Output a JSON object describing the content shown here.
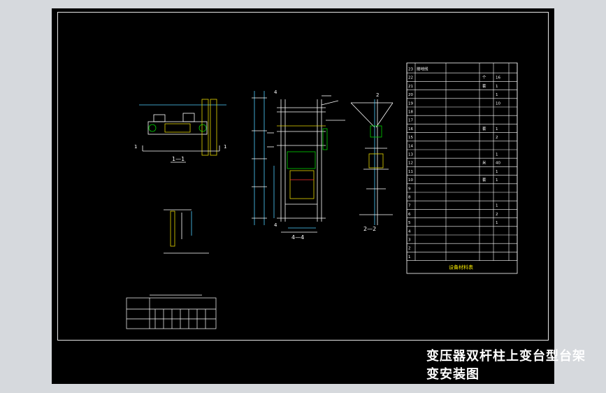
{
  "colors": {
    "background": "#000000",
    "window_frame": "#d6d9dd",
    "linework": "#ffffff",
    "dimension_lines": "#4fd0ff",
    "equipment_green": "#00d000",
    "equipment_yellow": "#e8d800",
    "highlight_red": "#ff3030",
    "text_yellow": "#f2e500"
  },
  "drawing": {
    "title_line_1": "变压器双杆柱上变台型台架",
    "title_line_2": "变安装图",
    "section_label_1": "1—1",
    "section_label_2": "2—2",
    "section_label_3": "4—4",
    "section_mark_1": "1",
    "section_mark_2": "2",
    "section_mark_4": "4"
  },
  "material_table": {
    "footer_label": "设备材料表",
    "rows": [
      {
        "no": "23",
        "name": "接地线",
        "spec": "",
        "unit": "",
        "qty": ""
      },
      {
        "no": "22",
        "name": "",
        "spec": "",
        "unit": "个",
        "qty": "16"
      },
      {
        "no": "21",
        "name": "",
        "spec": "",
        "unit": "套",
        "qty": "1"
      },
      {
        "no": "20",
        "name": "",
        "spec": "",
        "unit": "",
        "qty": "1"
      },
      {
        "no": "19",
        "name": "",
        "spec": "",
        "unit": "",
        "qty": "10"
      },
      {
        "no": "18",
        "name": "",
        "spec": "",
        "unit": "",
        "qty": ""
      },
      {
        "no": "17",
        "name": "",
        "spec": "",
        "unit": "",
        "qty": ""
      },
      {
        "no": "16",
        "name": "",
        "spec": "",
        "unit": "套",
        "qty": "1"
      },
      {
        "no": "15",
        "name": "",
        "spec": "",
        "unit": "",
        "qty": "2"
      },
      {
        "no": "14",
        "name": "",
        "spec": "",
        "unit": "",
        "qty": ""
      },
      {
        "no": "13",
        "name": "",
        "spec": "",
        "unit": "",
        "qty": "1"
      },
      {
        "no": "12",
        "name": "",
        "spec": "",
        "unit": "米",
        "qty": "40"
      },
      {
        "no": "11",
        "name": "",
        "spec": "",
        "unit": "",
        "qty": "1"
      },
      {
        "no": "10",
        "name": "",
        "spec": "",
        "unit": "套",
        "qty": "1"
      },
      {
        "no": "9",
        "name": "",
        "spec": "",
        "unit": "",
        "qty": ""
      },
      {
        "no": "8",
        "name": "",
        "spec": "",
        "unit": "",
        "qty": ""
      },
      {
        "no": "7",
        "name": "",
        "spec": "",
        "unit": "",
        "qty": "1"
      },
      {
        "no": "6",
        "name": "",
        "spec": "",
        "unit": "",
        "qty": "2"
      },
      {
        "no": "5",
        "name": "",
        "spec": "",
        "unit": "",
        "qty": "1"
      },
      {
        "no": "4",
        "name": "",
        "spec": "",
        "unit": "",
        "qty": ""
      },
      {
        "no": "3",
        "name": "",
        "spec": "",
        "unit": "",
        "qty": ""
      },
      {
        "no": "2",
        "name": "",
        "spec": "",
        "unit": "",
        "qty": ""
      },
      {
        "no": "1",
        "name": "",
        "spec": "",
        "unit": "",
        "qty": ""
      }
    ]
  }
}
